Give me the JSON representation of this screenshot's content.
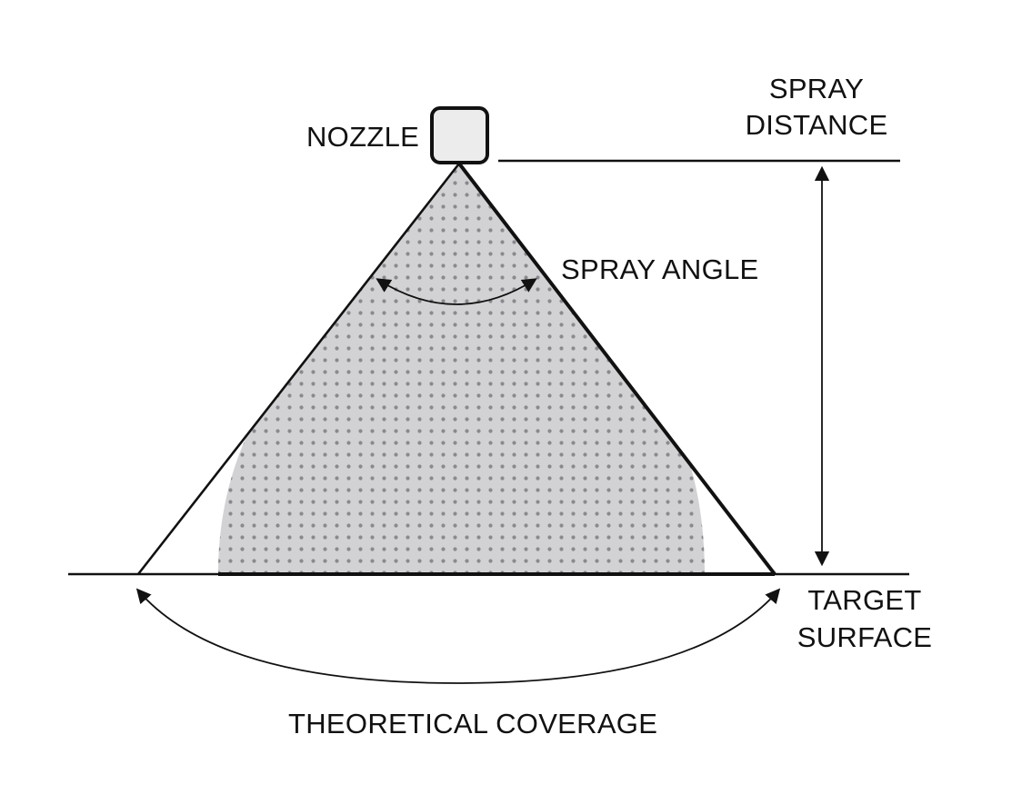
{
  "labels": {
    "nozzle": "NOZZLE",
    "spray_distance_line1": "SPRAY",
    "spray_distance_line2": "DISTANCE",
    "spray_angle": "SPRAY ANGLE",
    "target_surface_line1": "TARGET",
    "target_surface_line2": "SURFACE",
    "theoretical_coverage": "THEORETICAL COVERAGE"
  },
  "colors": {
    "line": "#111111",
    "spray_fill": "#d2d2d4",
    "dot": "#8a8a8e",
    "nozzle_fill": "#ececec"
  }
}
